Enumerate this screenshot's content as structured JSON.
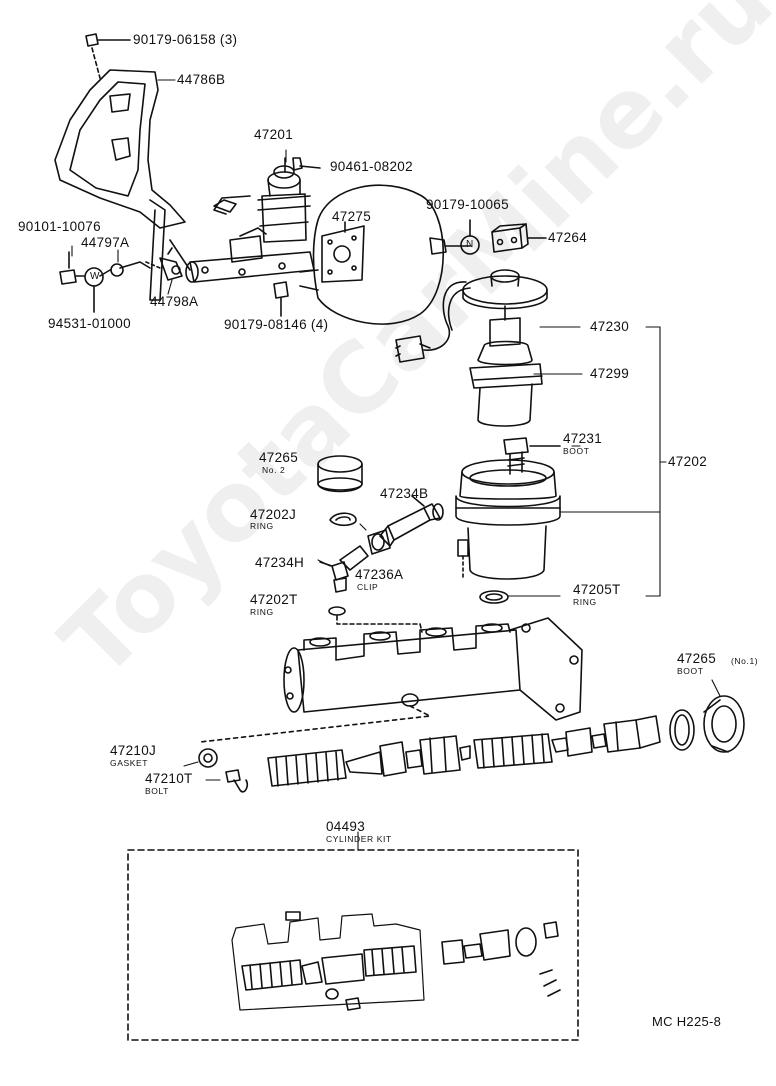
{
  "watermark": "ToyotaCarMine.ru",
  "labels": {
    "p90179_06158": "90179-06158 (3)",
    "p44786b": "44786B",
    "p47201": "47201",
    "p90461_08202": "90461-08202",
    "p90101_10076": "90101-10076",
    "p44797a": "44797A",
    "p47275": "47275",
    "p90179_10065": "90179-10065",
    "p47264": "47264",
    "p44798a": "44798A",
    "p94531_01000": "94531-01000",
    "p90179_08146": "90179-08146 (4)",
    "p47230": "47230",
    "p47299": "47299",
    "p47231": "47231",
    "p47231_sub": "BOOT",
    "p47265_top": "47265",
    "p47265_top_sub": "No. 2",
    "p47202": "47202",
    "p47234b": "47234B",
    "p47202j": "47202J",
    "p47202j_sub": "RING",
    "p47234h": "47234H",
    "p47236a": "47236A",
    "p47236a_sub": "CLIP",
    "p47205t": "47205T",
    "p47205t_sub": "RING",
    "p47202t": "47202T",
    "p47202t_sub": "RING",
    "p47265_right": "47265",
    "p47265_right_no": "(No.1)",
    "p47265_right_sub": "BOOT",
    "p47210j": "47210J",
    "p47210j_sub": "GASKET",
    "p47210t": "47210T",
    "p47210t_sub": "BOLT",
    "p04493": "04493",
    "p04493_sub": "CYLINDER KIT"
  },
  "markers": {
    "n": "N",
    "w": "W"
  },
  "reference": "MC H225-8"
}
